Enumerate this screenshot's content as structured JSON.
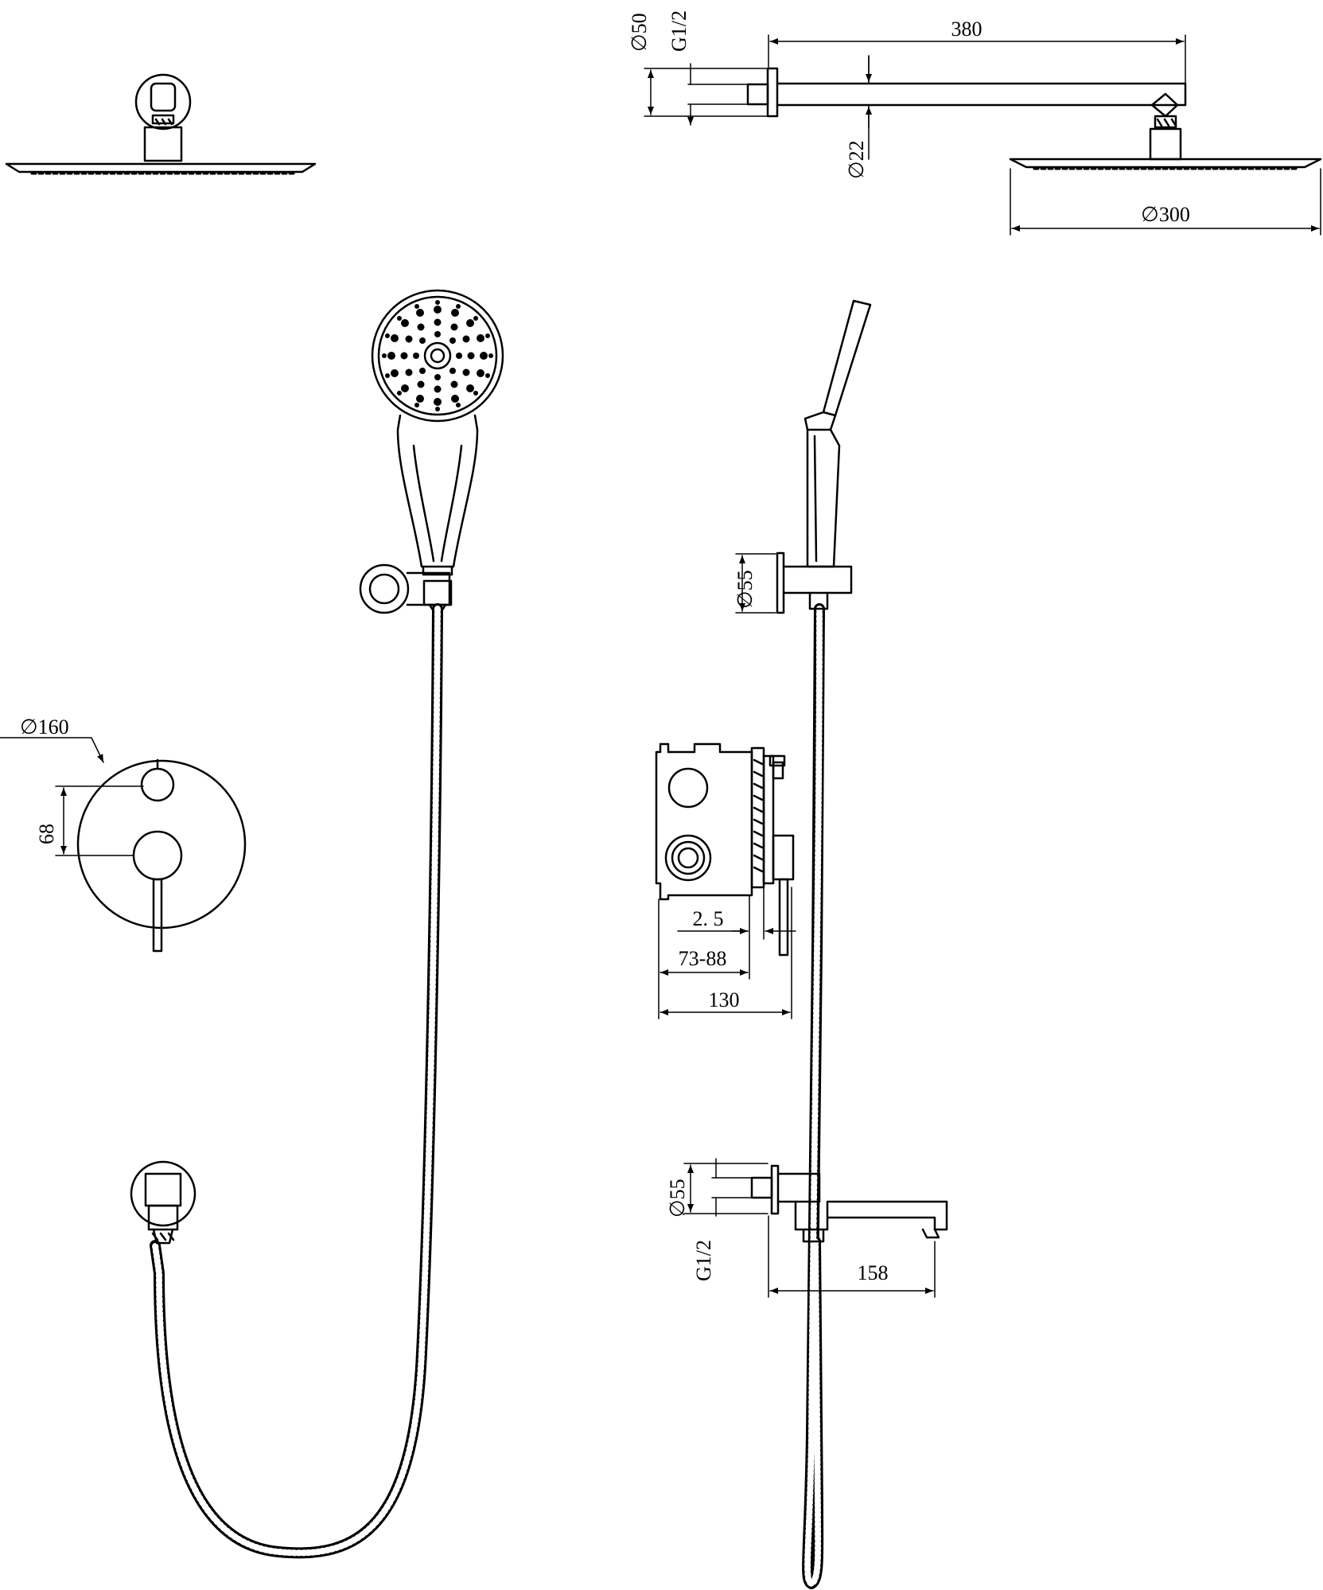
{
  "diagram": {
    "title": "",
    "line_color": "#000000",
    "background": "#ffffff"
  },
  "dimensions": {
    "arm_length": "380",
    "pipe_diameter": "∅50",
    "thread_top": "G1/2",
    "arm_diameter": "∅22",
    "head_diameter": "∅300",
    "holder_diameter": "∅55",
    "plate_diameter": "∅160",
    "handle_spacing": "68",
    "plate_thickness": "2. 5",
    "install_depth": "73-88",
    "total_depth": "130",
    "elbow_diameter": "∅55",
    "thread_bottom": "G1/2",
    "spout_length": "158"
  }
}
